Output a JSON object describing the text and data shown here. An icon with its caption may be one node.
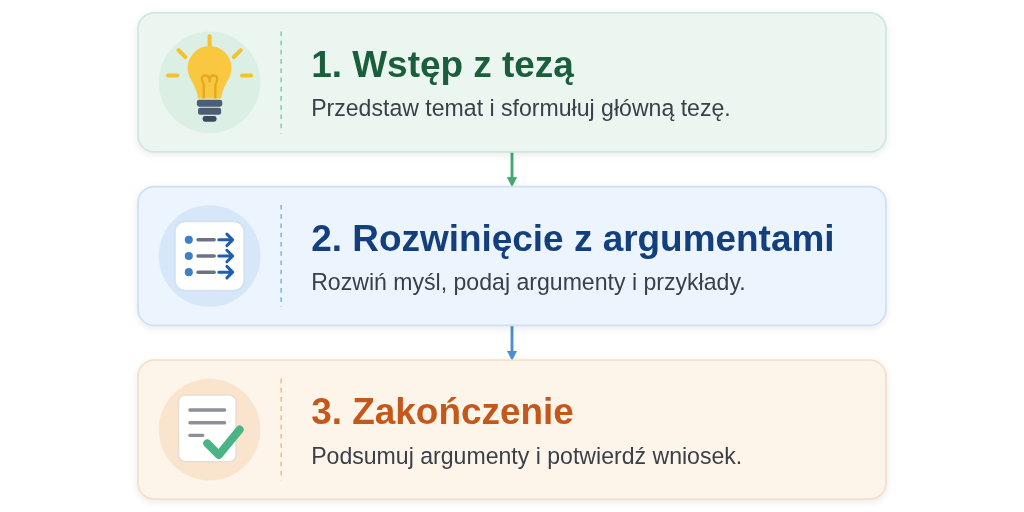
{
  "diagram": {
    "nodes": [
      {
        "text": [
          "1. Wstęp z tezą",
          "Przedstaw temat i sformułuj główną tezę."
        ]
      },
      {
        "text": [
          "2. Rozwinięcie z argumentami",
          "Rozwiń myśl, podaj argumenty i przykłady."
        ]
      },
      {
        "text": [
          "3. Zakończenie",
          "Podsumuj argumenty i potwierdź wniosek."
        ]
      }
    ],
    "edges": [
      {
        "from": 0,
        "to": 1,
        "arrow": "to",
        "color": "#43a872"
      },
      {
        "from": 1,
        "to": 2,
        "arrow": "to",
        "color": "#4a8fd0"
      }
    ]
  }
}
